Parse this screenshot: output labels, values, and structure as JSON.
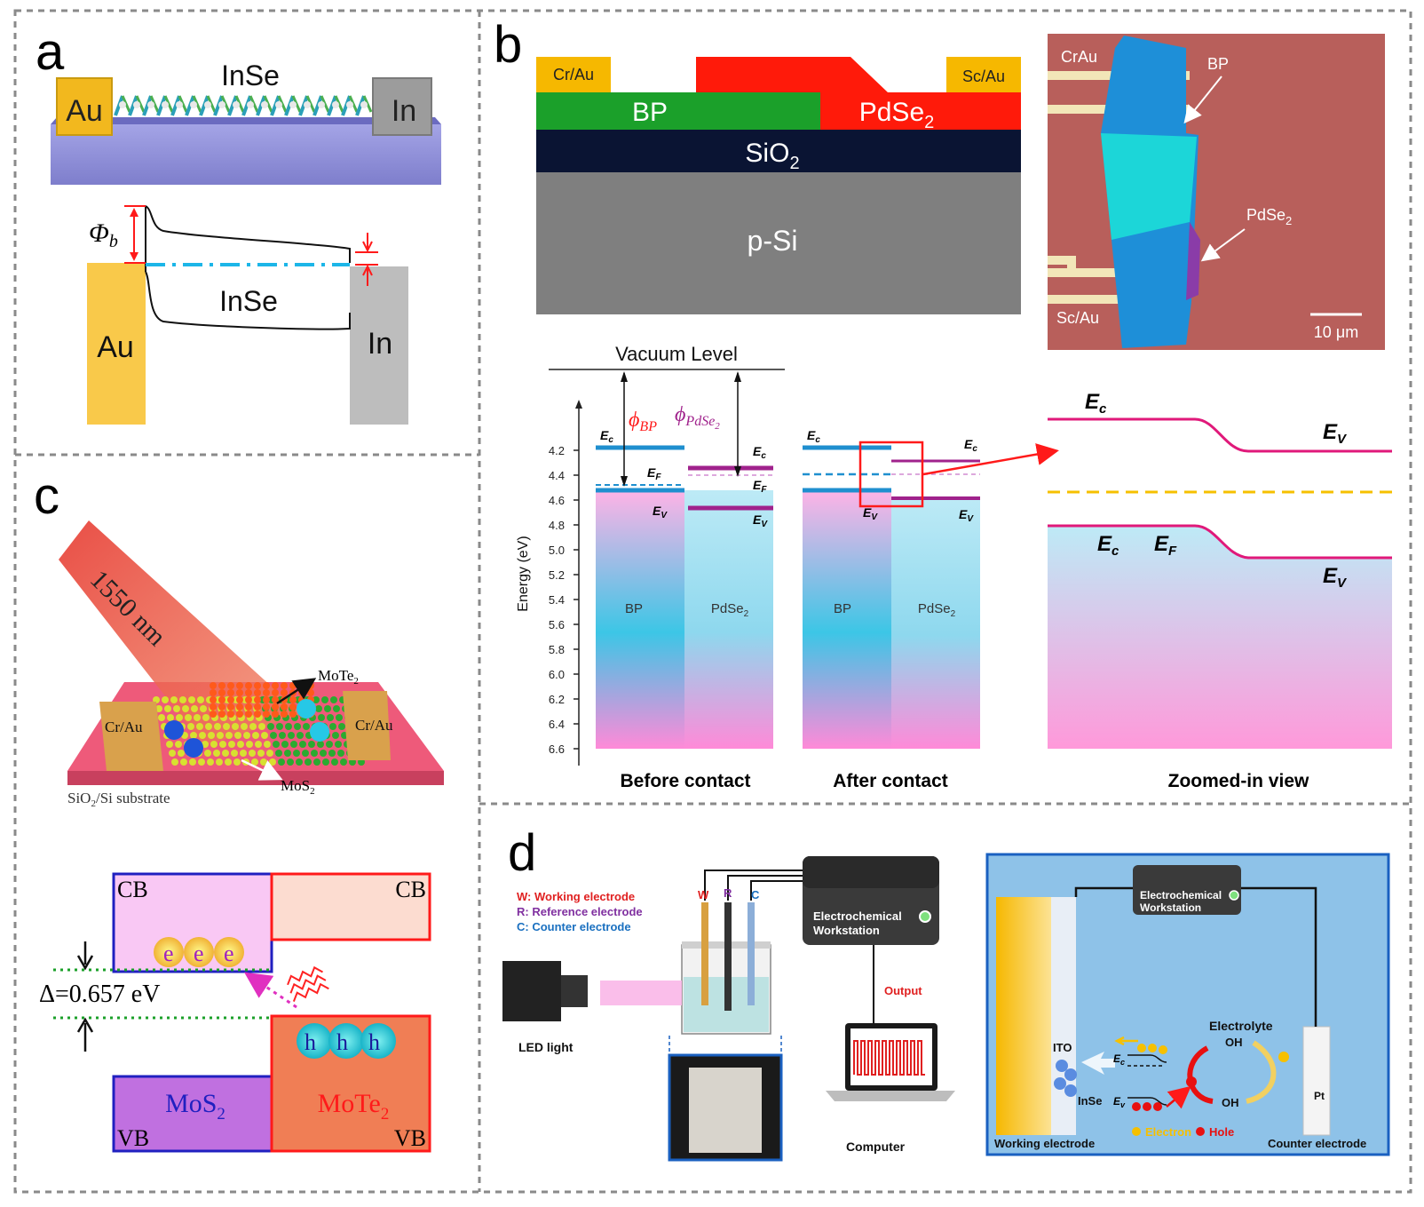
{
  "colors": {
    "gold": "#F6C33C",
    "gray_metal": "#A6A6A6",
    "substrate_purple": "#8F8FD6",
    "dash_blue": "#1CB6E8",
    "red": "#FF1A1A",
    "green": "#1BA02A",
    "navy": "#0A1433",
    "psi_gray": "#7F7F7F",
    "magenta": "#E0197A",
    "bp_blue": "#1F8FCF",
    "pdse_purple": "#A0228C",
    "mos2_purple": "#C070E0",
    "mote2_orange": "#F07E55",
    "photo_bg": "#B45A5A",
    "cell_blue": "#8EC2E8"
  },
  "panel_a": {
    "label": "a",
    "device_material": "InSe",
    "left_contact": "Au",
    "right_contact": "In",
    "barrier_symbol": "Φ",
    "barrier_subscript": "b",
    "band_material": "InSe",
    "band_left_metal": "Au",
    "band_right_metal": "In"
  },
  "panel_b": {
    "label": "b",
    "stack": {
      "left_contact": "Cr/Au",
      "right_contact": "Sc/Au",
      "bp": "BP",
      "pdse2": "PdSe",
      "pdse2_sub": "2",
      "sio2": "SiO",
      "sio2_sub": "2",
      "psi": "p-Si"
    },
    "photo": {
      "label_top": "CrAu",
      "label_bp": "BP",
      "label_pdse": "PdSe",
      "label_pdse_sub": "2",
      "label_bottom": "Sc/Au",
      "scale": "10 μm"
    },
    "energy": {
      "vacuum": "Vacuum Level",
      "axis_title": "Energy (eV)",
      "ticks": [
        "4.2",
        "4.4",
        "4.6",
        "4.8",
        "5.0",
        "5.2",
        "5.4",
        "5.6",
        "5.8",
        "6.0",
        "6.2",
        "6.4",
        "6.6"
      ],
      "phi_bp": "ϕ",
      "phi_bp_sub": "BP",
      "phi_pdse": "ϕ",
      "phi_pdse_sub": "PdSe",
      "phi_pdse_subsub": "2",
      "ec": "E",
      "ec_sub": "c",
      "ef_sub": "F",
      "ev_sub": "V",
      "bp_label": "BP",
      "pdse_label": "PdSe",
      "pdse_label_sub": "2",
      "caption_before": "Before contact",
      "caption_after": "After contact",
      "caption_zoom": "Zoomed-in view"
    }
  },
  "panel_c": {
    "label": "c",
    "wavelength": "1550 nm",
    "mote2": "MoTe",
    "mote2_sub": "2",
    "mos2": "MoS",
    "mos2_sub": "2",
    "contact_left": "Cr/Au",
    "contact_right": "Cr/Au",
    "substrate": "SiO",
    "substrate_sub": "2",
    "substrate_tail": "/Si substrate",
    "cb": "CB",
    "vb": "VB",
    "delta": "Δ=0.657 eV",
    "electron": "e",
    "hole": "h",
    "band_mos2": "MoS",
    "band_mote2": "MoTe",
    "band_sub": "2"
  },
  "panel_d": {
    "label": "d",
    "legend_w": "W: Working electrode",
    "legend_r": "R: Reference electrode",
    "legend_c": "C: Counter electrode",
    "w": "W",
    "r": "R",
    "c": "C",
    "workstation_1": "Electrochemical",
    "workstation_2": "Workstation",
    "output": "Output",
    "led": "LED light",
    "computer": "Computer",
    "cell": {
      "ws1": "Electrochemical",
      "ws2": "Workstation",
      "ito": "ITO",
      "inse": "InSe",
      "electrolyte": "Electrolyte",
      "oh": "OH",
      "pt": "Pt",
      "working": "Working electrode",
      "counter": "Counter electrode",
      "electron": "Electron",
      "hole": "Hole",
      "ec": "E",
      "ec_sub": "c",
      "ev_sub": "v"
    }
  }
}
